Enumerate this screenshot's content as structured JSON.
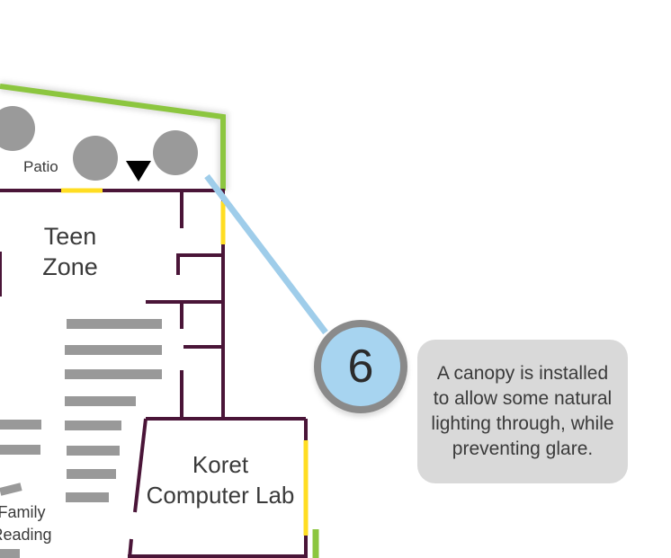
{
  "rooms": {
    "patio": "Patio",
    "teen_zone": [
      "Teen",
      "Zone"
    ],
    "computer_lab": [
      "Koret",
      "Computer Lab"
    ],
    "family_reading": [
      "Family",
      "Reading"
    ]
  },
  "callout": {
    "number": "6",
    "text": "A canopy is installed to allow some natural lighting through, while preventing glare."
  },
  "icons": {
    "entrance": "entrance-arrow-icon",
    "seating": "round-table-icon"
  },
  "colors": {
    "wall": "#4a1538",
    "exterior_wall": "#8cc63f",
    "window": "#ffdd22",
    "pointer": "#9fcdea",
    "shelf": "#999999",
    "table": "#9a9a9a",
    "callout_fill": "#a7d4f0",
    "callout_ring": "#8a8a8a",
    "callout_box": "#d9d9d9"
  }
}
